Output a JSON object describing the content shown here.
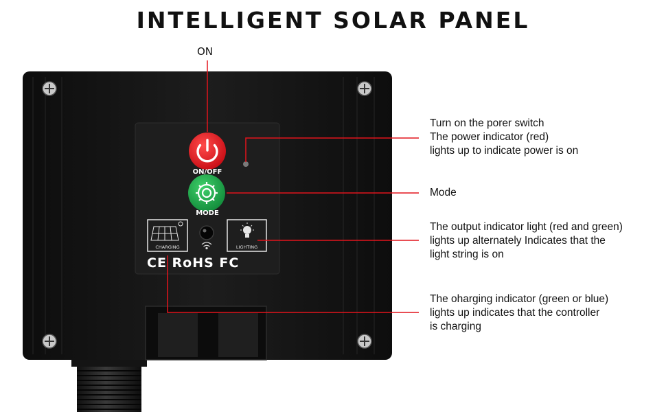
{
  "title": "INTELLIGENT SOLAR PANEL",
  "on_label": "ON",
  "panel": {
    "power_button_label": "ON/OFF",
    "mode_button_label": "MODE",
    "charging_label": "CHARGING",
    "lighting_label": "LIGHTING",
    "certifications": "CE RoHS FC"
  },
  "annotations": {
    "power": [
      "Turn on the porer switch",
      "The power indicator (red)",
      "lights up to indicate power is on"
    ],
    "mode": [
      "Mode"
    ],
    "output": [
      "The output indicator light (red and green)",
      "lights up alternately Indicates that the",
      "light string is on"
    ],
    "charging": [
      "The oharging indicator (green or blue)",
      "lights up indicates that the controller",
      "is charging"
    ]
  },
  "colors": {
    "power_button": "#e0131b",
    "mode_button": "#1aa64a",
    "callout_line": "#e2141c",
    "housing": "#151515"
  }
}
